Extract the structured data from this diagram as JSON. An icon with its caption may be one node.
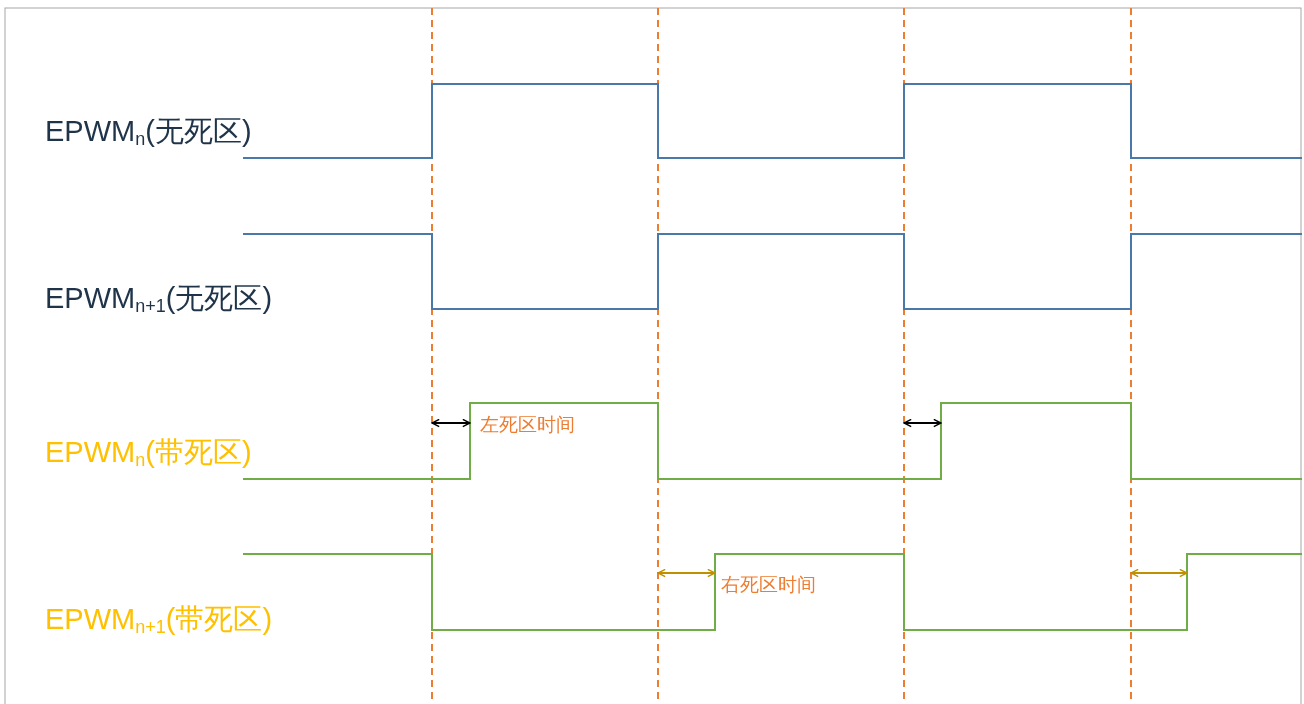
{
  "diagram": {
    "labels": [
      "EPWM$_{n}$(无死区)",
      "EPWM$_{n+1}$(无死区)",
      "左死区时间",
      "EPWM$_{n}$(带死区)",
      "右死区时间",
      "EPWM$_{n+1}$(带死区)"
    ]
  }
}
